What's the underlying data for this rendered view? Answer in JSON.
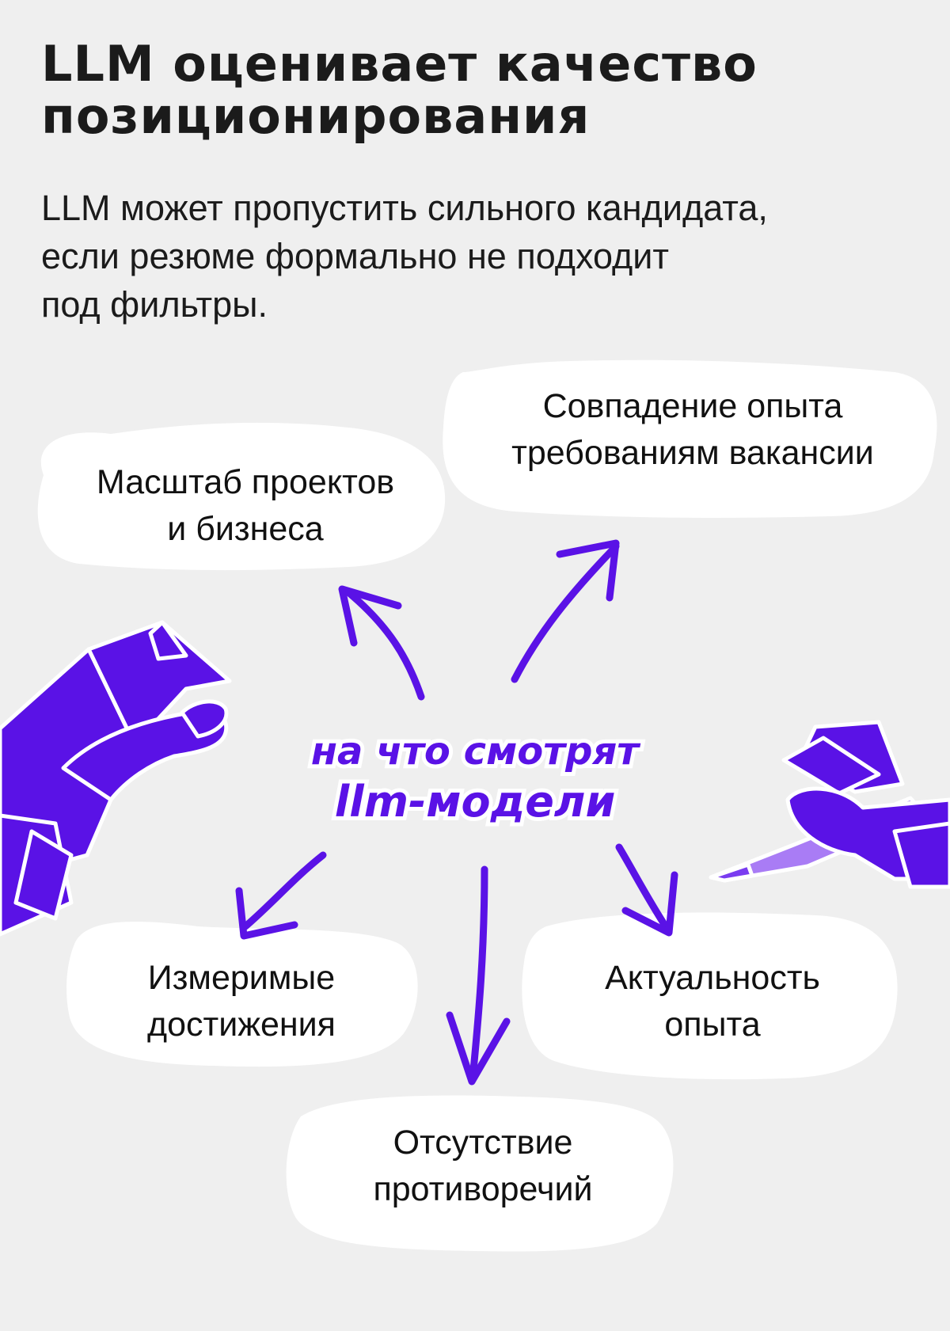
{
  "header": {
    "title_lines": [
      "LLM оценивает качество",
      "позиционирования"
    ],
    "subtitle_lines": [
      "LLM может пропустить сильного кандидата,",
      "если резюме формально не подходит",
      "под фильтры."
    ]
  },
  "diagram": {
    "center_lines": [
      "на что смотрят",
      "llm-модели"
    ],
    "nodes": {
      "project_scale": [
        "Масштаб проектов",
        "и бизнеса"
      ],
      "experience_match": [
        "Совпадение опыта",
        "требованиям вакансии"
      ],
      "measurable_achievements": [
        "Измеримые",
        "достижения"
      ],
      "experience_relevance": [
        "Актуальность",
        "опыта"
      ],
      "no_contradictions": [
        "Отсутствие",
        "противоречий"
      ]
    }
  },
  "colors": {
    "background": "#efefef",
    "accent": "#5a12e6",
    "accent_light": "#a97cf5",
    "bubble": "#ffffff",
    "text": "#111111"
  },
  "icons": [
    "robot-hand-left-icon",
    "robot-hand-right-pen-icon",
    "arrow-icon"
  ]
}
